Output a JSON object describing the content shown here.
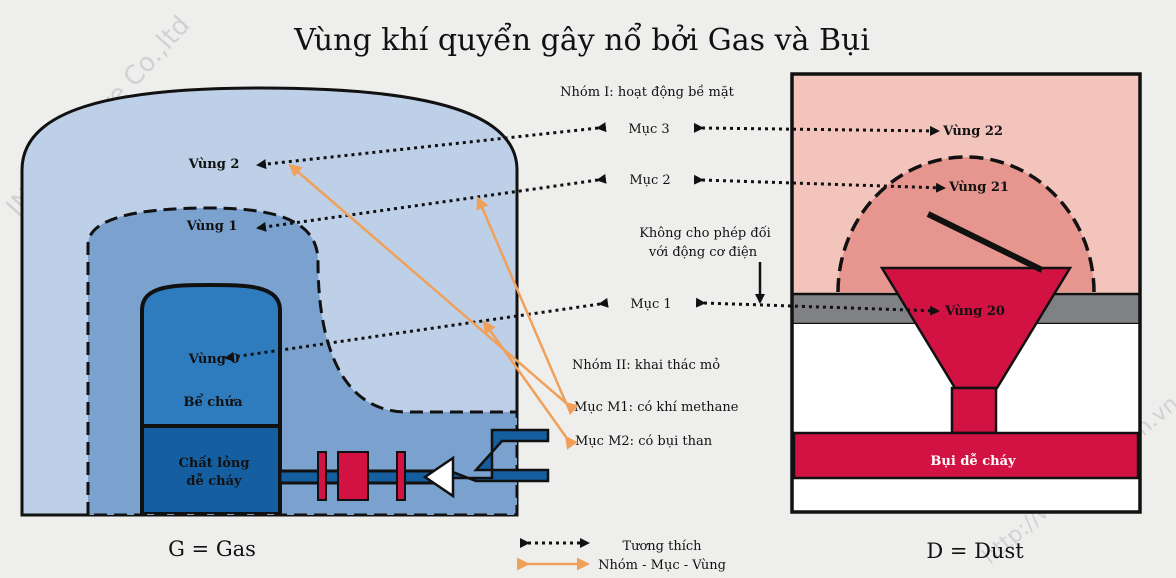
{
  "title": "Vùng khí quyển gây nổ bởi Gas và Bụi",
  "watermark_left": "INO Measure Co.,ltd",
  "watermark_right": "http://www.ino.com.vn",
  "gas": {
    "caption": "G = Gas",
    "zone2": "Vùng 2",
    "zone1": "Vùng 1",
    "zone0": "Vùng 0",
    "tank": "Bể chứa",
    "liquid_line1": "Chất lỏng",
    "liquid_line2": "dễ cháy"
  },
  "dust": {
    "caption": "D = Dust",
    "zone22": "Vùng 22",
    "zone21": "Vùng 21",
    "zone20": "Vùng 20",
    "dust_label": "Bụi dễ cháy"
  },
  "middle": {
    "group1": "Nhóm I: hoạt động  bề mặt",
    "cat3": "Mục 3",
    "cat2": "Mục 2",
    "cat1": "Mục 1",
    "not_allowed_line1": "Không cho phép đối",
    "not_allowed_line2": "với động cơ điện",
    "group2": "Nhóm II: khai thác mỏ",
    "m1": "Mục M1: có khí methane",
    "m2": "Mục M2: có bụi than"
  },
  "legend": {
    "compatible": "Tương thích",
    "group_category_zone": "Nhóm - Mục - Vùng"
  },
  "colors": {
    "gas_outer": "#bdd0e8",
    "gas_zone1": "#7ba2cf",
    "gas_zone0": "#2e7bbd",
    "gas_liquid": "#155fa0",
    "dust_zone22": "#f2c4bc",
    "dust_zone21": "#e7968f",
    "dust_crimson": "#d21243",
    "orange_arrow": "#f0a059"
  }
}
